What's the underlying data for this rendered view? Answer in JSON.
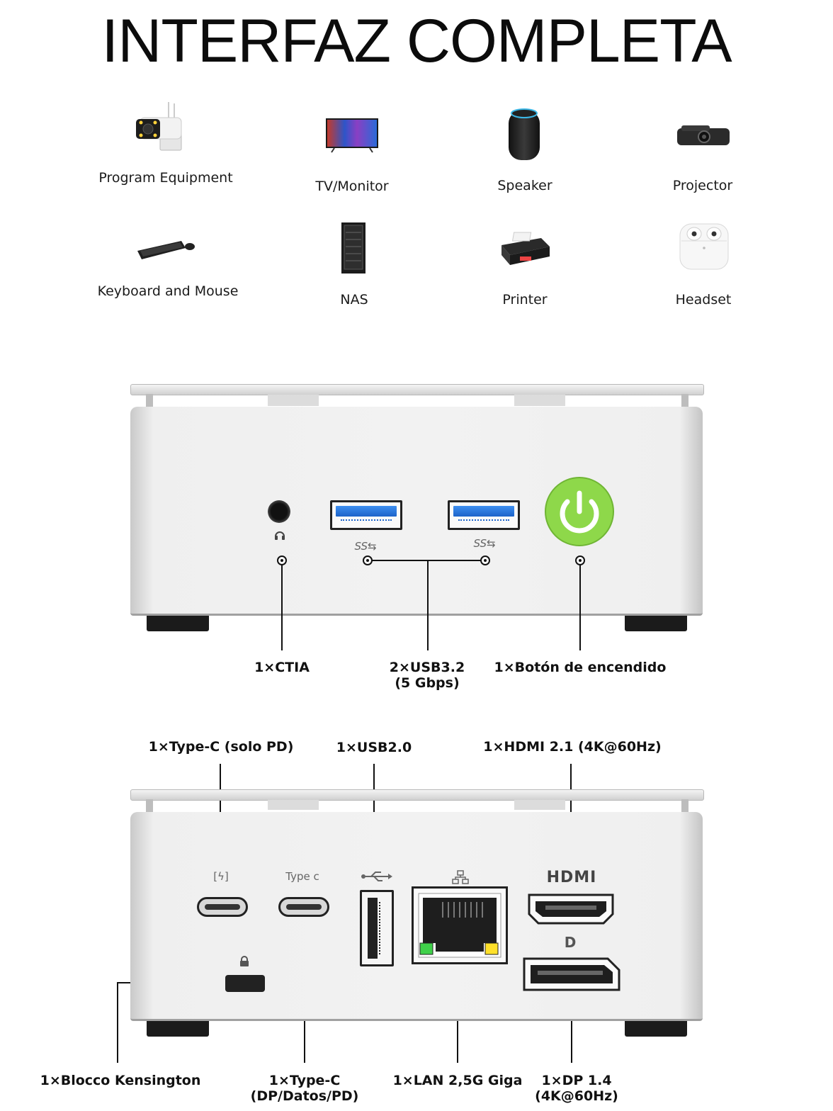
{
  "title": "INTERFAZ COMPLETA",
  "devices": [
    {
      "label": "Program Equipment",
      "icon": "security-camera-icon"
    },
    {
      "label": "TV/Monitor",
      "icon": "tv-monitor-icon"
    },
    {
      "label": "Speaker",
      "icon": "smart-speaker-icon"
    },
    {
      "label": "Projector",
      "icon": "projector-icon"
    },
    {
      "label": "Keyboard and Mouse",
      "icon": "keyboard-mouse-icon"
    },
    {
      "label": "NAS",
      "icon": "nas-server-icon"
    },
    {
      "label": "Printer",
      "icon": "printer-icon"
    },
    {
      "label": "Headset",
      "icon": "earbuds-icon"
    }
  ],
  "front": {
    "ctia_label": "1×CTIA",
    "usb32_line1": "2×USB3.2",
    "usb32_line2": "(5 Gbps)",
    "power_label": "1×Botón de encendido",
    "usb_glyph": "SS⇆",
    "power_color": "#8ed84a"
  },
  "rear": {
    "typec_pd_label": "1×Type-C (solo PD)",
    "usb20_label": "1×USB2.0",
    "hdmi_label": "1×HDMI 2.1 (4K@60Hz)",
    "kensington_label": "1×Blocco Kensington",
    "typec_data_line1": "1×Type-C",
    "typec_data_line2": "(DP/Datos/PD)",
    "lan_label": "1×LAN 2,5G Giga",
    "dp_line1": "1×DP 1.4",
    "dp_line2": "(4K@60Hz)",
    "typec_glyph": "Type c",
    "pd_glyph": "[ϟ]",
    "hdmi_glyph": "HDMI",
    "dp_glyph": "D"
  }
}
